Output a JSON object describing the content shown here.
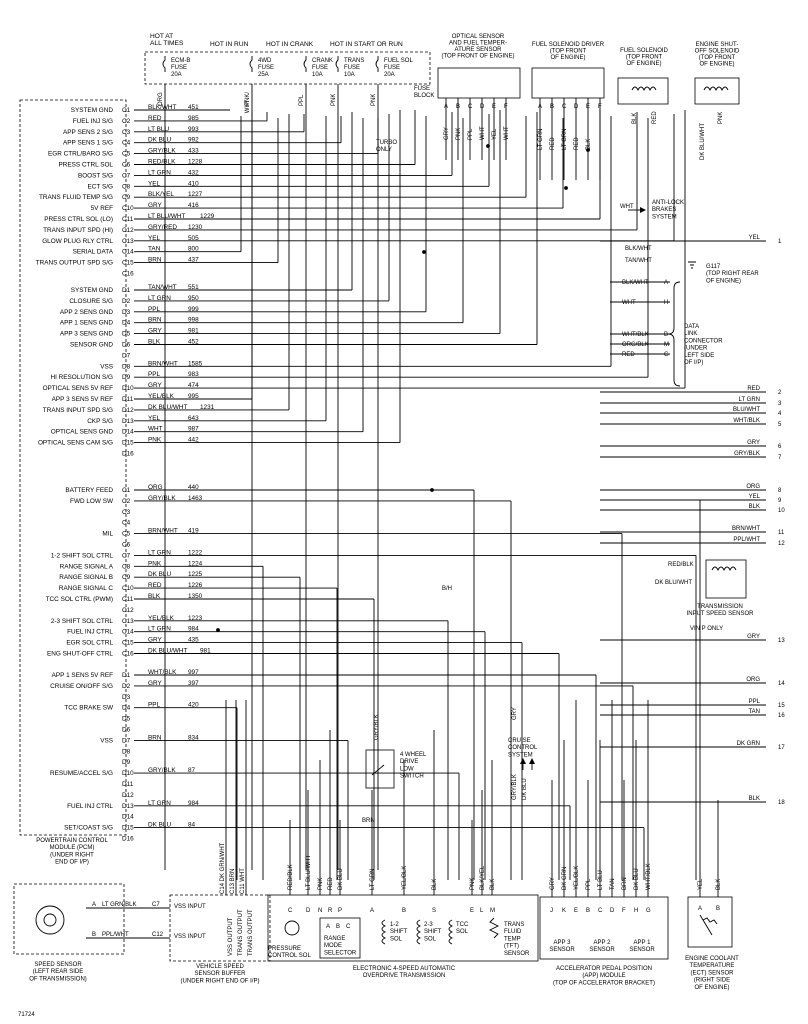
{
  "fuse_block": {
    "hot_at_all_times": "HOT AT\nALL TIMES",
    "hot_in_run": "HOT IN RUN",
    "hot_in_crank": "HOT IN CRANK",
    "hot_in_start_or_run": "HOT IN START OR RUN",
    "label": "FUSE\nBLOCK",
    "fuses": [
      {
        "name": "ECM-B\nFUSE\n20A",
        "wire": "ORG"
      },
      {
        "name": "4WD\nFUSE\n25A",
        "wire": "PNK/\nWHT"
      },
      {
        "name": "CRANK\nFUSE\n10A",
        "wire": "PPL"
      },
      {
        "name": "TRANS\nFUSE\n10A",
        "wire": "PNK"
      },
      {
        "name": "FUEL SOL\nFUSE\n20A",
        "wire": "PNK"
      }
    ]
  },
  "top_components": {
    "optical_sensor": "OPTICAL SENSOR\nAND FUEL TEMPER-\nATURE SENSOR\n(TOP FRONT OF ENGINE)",
    "optical_pins": [
      "A",
      "B",
      "C",
      "D",
      "E",
      "F"
    ],
    "optical_wires": [
      "GRY",
      "PNK",
      "PPL",
      "WHT",
      "YEL",
      "WHT"
    ],
    "fuel_sol_driver": "FUEL SOLENOID DRIVER\n(TOP FRONT\nOF ENGINE)",
    "driver_pins": [
      "A",
      "B",
      "C",
      "D",
      "E",
      "F"
    ],
    "driver_wires": [
      "LT GRN",
      "RED",
      "LT GRN",
      "RED",
      "BLK"
    ],
    "fuel_solenoid": "FUEL SOLENOID\n(TOP FRONT\nOF ENGINE)",
    "fuel_solenoid_wires": [
      "BLK",
      "RED"
    ],
    "shutoff_solenoid": "ENGINE SHUT-\nOFF SOLENOID\n(TOP FRONT\nOF ENGINE)",
    "shutoff_wires": [
      "DK BLU/WHT",
      "PNK"
    ],
    "turbo_only": "TURBO\nONLY"
  },
  "pcm": {
    "label": "POWERTRAIN CONTROL\nMODULE (PCM)\n(UNDER RIGHT\nEND OF I/P)",
    "rows": [
      {
        "fn": "SYSTEM GND",
        "pin": "C1",
        "wire": "BLK/WHT",
        "ckt": "451"
      },
      {
        "fn": "FUEL INJ S/G",
        "pin": "C2",
        "wire": "RED",
        "ckt": "985"
      },
      {
        "fn": "APP SENS 2 S/G",
        "pin": "C3",
        "wire": "LT BLU",
        "ckt": "993"
      },
      {
        "fn": "APP SENS 1 S/G",
        "pin": "C4",
        "wire": "DK BLU",
        "ckt": "992"
      },
      {
        "fn": "EGR CTRL/BARO S/G",
        "pin": "C5",
        "wire": "GRY/BLK",
        "ckt": "433"
      },
      {
        "fn": "PRESS CTRL SOL",
        "pin": "C6",
        "wire": "RED/BLK",
        "ckt": "1228"
      },
      {
        "fn": "BOOST S/G",
        "pin": "C7",
        "wire": "LT GRN",
        "ckt": "432"
      },
      {
        "fn": "ECT S/G",
        "pin": "C8",
        "wire": "YEL",
        "ckt": "410"
      },
      {
        "fn": "TRANS FLUID TEMP S/G",
        "pin": "C9",
        "wire": "BLK/YEL",
        "ckt": "1227"
      },
      {
        "fn": "5V REF",
        "pin": "C10",
        "wire": "GRY",
        "ckt": "416"
      },
      {
        "fn": "PRESS CTRL SOL (LO)",
        "pin": "C11",
        "wire": "LT BLU/WHT",
        "ckt": "1229"
      },
      {
        "fn": "TRANS INPUT SPD (HI)",
        "pin": "C12",
        "wire": "GRY/RED",
        "ckt": "1230"
      },
      {
        "fn": "GLOW PLUG RLY CTRL",
        "pin": "C13",
        "wire": "YEL",
        "ckt": "505"
      },
      {
        "fn": "SERIAL DATA",
        "pin": "C14",
        "wire": "TAN",
        "ckt": "800"
      },
      {
        "fn": "TRANS OUTPUT SPD S/G",
        "pin": "C15",
        "wire": "BRN",
        "ckt": "437"
      },
      {
        "fn": "",
        "pin": "C16",
        "wire": "",
        "ckt": ""
      },
      {
        "fn": "SYSTEM GND",
        "pin": "D1",
        "wire": "TAN/WHT",
        "ckt": "551"
      },
      {
        "fn": "CLOSURE S/G",
        "pin": "D2",
        "wire": "LT GRN",
        "ckt": "950"
      },
      {
        "fn": "APP 2 SENS GND",
        "pin": "D3",
        "wire": "PPL",
        "ckt": "999"
      },
      {
        "fn": "APP 1 SENS GND",
        "pin": "D4",
        "wire": "BRN",
        "ckt": "998"
      },
      {
        "fn": "APP 3 SENS GND",
        "pin": "D5",
        "wire": "GRY",
        "ckt": "981"
      },
      {
        "fn": "SENSOR GND",
        "pin": "D6",
        "wire": "BLK",
        "ckt": "452"
      },
      {
        "fn": "",
        "pin": "D7",
        "wire": "",
        "ckt": ""
      },
      {
        "fn": "VSS",
        "pin": "D8",
        "wire": "BRN/WHT",
        "ckt": "1585"
      },
      {
        "fn": "HI RESOLUTION S/G",
        "pin": "D9",
        "wire": "PPL",
        "ckt": "983"
      },
      {
        "fn": "OPTICAL SENS 5V REF",
        "pin": "D10",
        "wire": "GRY",
        "ckt": "474"
      },
      {
        "fn": "APP 3 SENS 5V REF",
        "pin": "D11",
        "wire": "YEL/BLK",
        "ckt": "995"
      },
      {
        "fn": "TRANS INPUT SPD S/G",
        "pin": "D12",
        "wire": "DK BLU/WHT",
        "ckt": "1231"
      },
      {
        "fn": "CKP S/G",
        "pin": "D13",
        "wire": "YEL",
        "ckt": "643"
      },
      {
        "fn": "OPTICAL SENS GND",
        "pin": "D14",
        "wire": "WHT",
        "ckt": "987"
      },
      {
        "fn": "OPTICAL SENS CAM S/G",
        "pin": "D15",
        "wire": "PNK",
        "ckt": "442"
      },
      {
        "fn": "",
        "pin": "D16",
        "wire": "",
        "ckt": ""
      },
      {
        "fn": "BATTERY FEED",
        "pin": "C1",
        "wire": "ORG",
        "ckt": "440"
      },
      {
        "fn": "FWD LOW SW",
        "pin": "C2",
        "wire": "GRY/BLK",
        "ckt": "1463"
      },
      {
        "fn": "",
        "pin": "C3",
        "wire": "",
        "ckt": ""
      },
      {
        "fn": "",
        "pin": "C4",
        "wire": "",
        "ckt": ""
      },
      {
        "fn": "MIL",
        "pin": "C5",
        "wire": "BRN/WHT",
        "ckt": "419"
      },
      {
        "fn": "",
        "pin": "C6",
        "wire": "",
        "ckt": ""
      },
      {
        "fn": "1-2 SHIFT SOL CTRL",
        "pin": "C7",
        "wire": "LT GRN",
        "ckt": "1222"
      },
      {
        "fn": "RANGE SIGNAL A",
        "pin": "C8",
        "wire": "PNK",
        "ckt": "1224"
      },
      {
        "fn": "RANGE SIGNAL B",
        "pin": "C9",
        "wire": "DK BLU",
        "ckt": "1225"
      },
      {
        "fn": "RANGE SIGNAL C",
        "pin": "C10",
        "wire": "RED",
        "ckt": "1226"
      },
      {
        "fn": "TCC SOL CTRL (PWM)",
        "pin": "C11",
        "wire": "BLK",
        "ckt": "1350"
      },
      {
        "fn": "",
        "pin": "C12",
        "wire": "",
        "ckt": ""
      },
      {
        "fn": "2-3 SHIFT SOL CTRL",
        "pin": "C13",
        "wire": "YEL/BLK",
        "ckt": "1223"
      },
      {
        "fn": "FUEL INJ CTRL",
        "pin": "C14",
        "wire": "LT GRN",
        "ckt": "984"
      },
      {
        "fn": "EGR SOL CTRL",
        "pin": "C15",
        "wire": "GRY",
        "ckt": "435"
      },
      {
        "fn": "ENG SHUT-OFF CTRL",
        "pin": "C16",
        "wire": "DK BLU/WHT",
        "ckt": "981"
      },
      {
        "fn": "APP 1 SENS 5V REF",
        "pin": "D1",
        "wire": "WHT/BLK",
        "ckt": "997"
      },
      {
        "fn": "CRUISE ON/OFF S/G",
        "pin": "D2",
        "wire": "GRY",
        "ckt": "397"
      },
      {
        "fn": "",
        "pin": "D3",
        "wire": "",
        "ckt": ""
      },
      {
        "fn": "TCC BRAKE SW",
        "pin": "D4",
        "wire": "PPL",
        "ckt": "420"
      },
      {
        "fn": "",
        "pin": "D5",
        "wire": "",
        "ckt": ""
      },
      {
        "fn": "",
        "pin": "D6",
        "wire": "",
        "ckt": ""
      },
      {
        "fn": "VSS",
        "pin": "D7",
        "wire": "BRN",
        "ckt": "834"
      },
      {
        "fn": "",
        "pin": "D8",
        "wire": "",
        "ckt": ""
      },
      {
        "fn": "",
        "pin": "D9",
        "wire": "",
        "ckt": ""
      },
      {
        "fn": "RESUME/ACCEL S/G",
        "pin": "D10",
        "wire": "GRY/BLK",
        "ckt": "87"
      },
      {
        "fn": "",
        "pin": "D11",
        "wire": "",
        "ckt": ""
      },
      {
        "fn": "",
        "pin": "D12",
        "wire": "",
        "ckt": ""
      },
      {
        "fn": "FUEL INJ CTRL",
        "pin": "D13",
        "wire": "LT GRN",
        "ckt": "984"
      },
      {
        "fn": "",
        "pin": "D14",
        "wire": "",
        "ckt": ""
      },
      {
        "fn": "SET/COAST S/G",
        "pin": "D15",
        "wire": "DK BLU",
        "ckt": "84"
      },
      {
        "fn": "",
        "pin": "D16",
        "wire": "",
        "ckt": ""
      }
    ]
  },
  "right_side": {
    "abs": "ANTI-LOCK\nBRAKES\nSYSTEM",
    "abs_wire": "WHT",
    "g117": "G117\n(TOP RIGHT REAR\nOF ENGINE)",
    "g117_wires": [
      "BLK/WHT",
      "TAN/WHT"
    ],
    "dlc": "DATA\nLINK\nCONNECTOR\n(UNDER\nLEFT SIDE\nOF I/P)",
    "dlc_pins": [
      {
        "wire": "BLK/WHT",
        "pin": "A"
      },
      {
        "wire": "WHT",
        "pin": "H"
      },
      {
        "wire": "WHT/BLK",
        "pin": "B"
      },
      {
        "wire": "ORG/BLK",
        "pin": "M"
      },
      {
        "wire": "RED",
        "pin": "G"
      }
    ],
    "trans_input_sensor": "TRANSMISSION\nINPUT SPEED SENSOR",
    "tiss_wires": [
      "RED/BLK",
      "DK BLU/WHT"
    ],
    "vin_p_only": "VIN P ONLY",
    "offpage": [
      {
        "wire": "YEL",
        "num": "1"
      },
      {
        "wire": "RED",
        "num": "2"
      },
      {
        "wire": "LT GRN",
        "num": "3"
      },
      {
        "wire": "BLU/WHT",
        "num": "4"
      },
      {
        "wire": "WHT/BLK",
        "num": "5"
      },
      {
        "wire": "GRY",
        "num": "6"
      },
      {
        "wire": "GRY/BLK",
        "num": "7"
      },
      {
        "wire": "ORG",
        "num": "8"
      },
      {
        "wire": "YEL",
        "num": "9"
      },
      {
        "wire": "BLK",
        "num": "10"
      },
      {
        "wire": "BRN/WHT",
        "num": "11"
      },
      {
        "wire": "PPL/WHT",
        "num": "12"
      },
      {
        "wire": "GRY",
        "num": "13"
      },
      {
        "wire": "ORG",
        "num": "14"
      },
      {
        "wire": "PPL",
        "num": "15"
      },
      {
        "wire": "TAN",
        "num": "16"
      },
      {
        "wire": "DK GRN",
        "num": "17"
      },
      {
        "wire": "BLK",
        "num": "18"
      }
    ]
  },
  "middle": {
    "four_wd_switch": "4 WHEEL\nDRIVE\nLOW\nSWITCH",
    "four_wd_wire": "GRY/BLK",
    "cruise": "CRUISE\nCONTROL\nSYSTEM",
    "cruise_wires": [
      "GRY",
      "GRY/BLK",
      "DK BLU"
    ],
    "pnk_bh": "B/H",
    "brn": "BRN"
  },
  "bottom": {
    "speed_sensor": "SPEED SENSOR\n(LEFT REAR SIDE\nOF TRANSMISSION)",
    "ss_wires": [
      {
        "pin": "A",
        "wire": "LT GRN/BLK",
        "buf": "C7",
        "sig": "VSS INPUT"
      },
      {
        "pin": "B",
        "wire": "PPL/WHT",
        "buf": "C12",
        "sig": "VSS INPUT"
      }
    ],
    "vss_buffer": "VEHICLE SPEED\nSENSOR BUFFER\n(UNDER RIGHT END OF I/P)",
    "buffer_outputs": [
      "VSS OUTPUT",
      "TRANS OUTPUT",
      "TRANS OUTPUT"
    ],
    "buffer_pins": [
      {
        "pin": "C14",
        "wire": "DK GRN/WHT"
      },
      {
        "pin": "C13",
        "wire": "BRN"
      },
      {
        "pin": "C11",
        "wire": "WHT"
      }
    ],
    "transmission": "ELECTRONIC 4-SPEED AUTOMATIC\nOVERDRIVE TRANSMISSION",
    "pressure_sol": "PRESSURE\nCONTROL SOL",
    "range_sel": "RANGE\nMODE\nSELECTOR",
    "range_pins": [
      "A",
      "B",
      "C"
    ],
    "shift12": "1-2\nSHIFT\nSOL",
    "shift23": "2-3\nSHIFT\nSOL",
    "tcc": "TCC\nSOL",
    "tft": "TRANS\nFLUID\nTEMP\n(TFT)\nSENSOR",
    "trans_wires": [
      {
        "pin": "C",
        "wire": "RED/BLK"
      },
      {
        "pin": "D",
        "wire": "LT BLU/WHT"
      },
      {
        "pin": "N",
        "wire": "PNK"
      },
      {
        "pin": "R",
        "wire": "RED"
      },
      {
        "pin": "P",
        "wire": "DK BLU"
      },
      {
        "pin": "A",
        "wire": "LT GRN"
      },
      {
        "pin": "B",
        "wire": "YEL/BLK"
      },
      {
        "pin": "S",
        "wire": "BLK"
      },
      {
        "pin": "E",
        "wire": "PNK"
      },
      {
        "pin": "L",
        "wire": "BLK/YEL"
      },
      {
        "pin": "M",
        "wire": "BLK"
      }
    ],
    "app_module": "ACCELERATOR PEDAL POSITION\n(APP) MODULE\n(TOP OF ACCELERATOR BRACKET)",
    "app_sensors": [
      "APP 3\nSENSOR",
      "APP 2\nSENSOR",
      "APP 1\nSENSOR"
    ],
    "app_wires": [
      {
        "pin": "J",
        "wire": "GRY"
      },
      {
        "pin": "K",
        "wire": "DK GRN"
      },
      {
        "pin": "E",
        "wire": "YEL/BLK"
      },
      {
        "pin": "B",
        "wire": "PPL"
      },
      {
        "pin": "C",
        "wire": "LT BLU"
      },
      {
        "pin": "D",
        "wire": "TAN"
      },
      {
        "pin": "F",
        "wire": "BRN"
      },
      {
        "pin": "H",
        "wire": "DK BLU"
      },
      {
        "pin": "G",
        "wire": "WHT/BLK"
      }
    ],
    "ect": "ENGINE COOLANT\nTEMPERATURE\n(ECT) SENSOR\n(RIGHT SIDE\nOF ENGINE)",
    "ect_wires": [
      {
        "pin": "A",
        "wire": "YEL"
      },
      {
        "pin": "B",
        "wire": "BLK"
      }
    ],
    "diagram_id": "71724"
  }
}
